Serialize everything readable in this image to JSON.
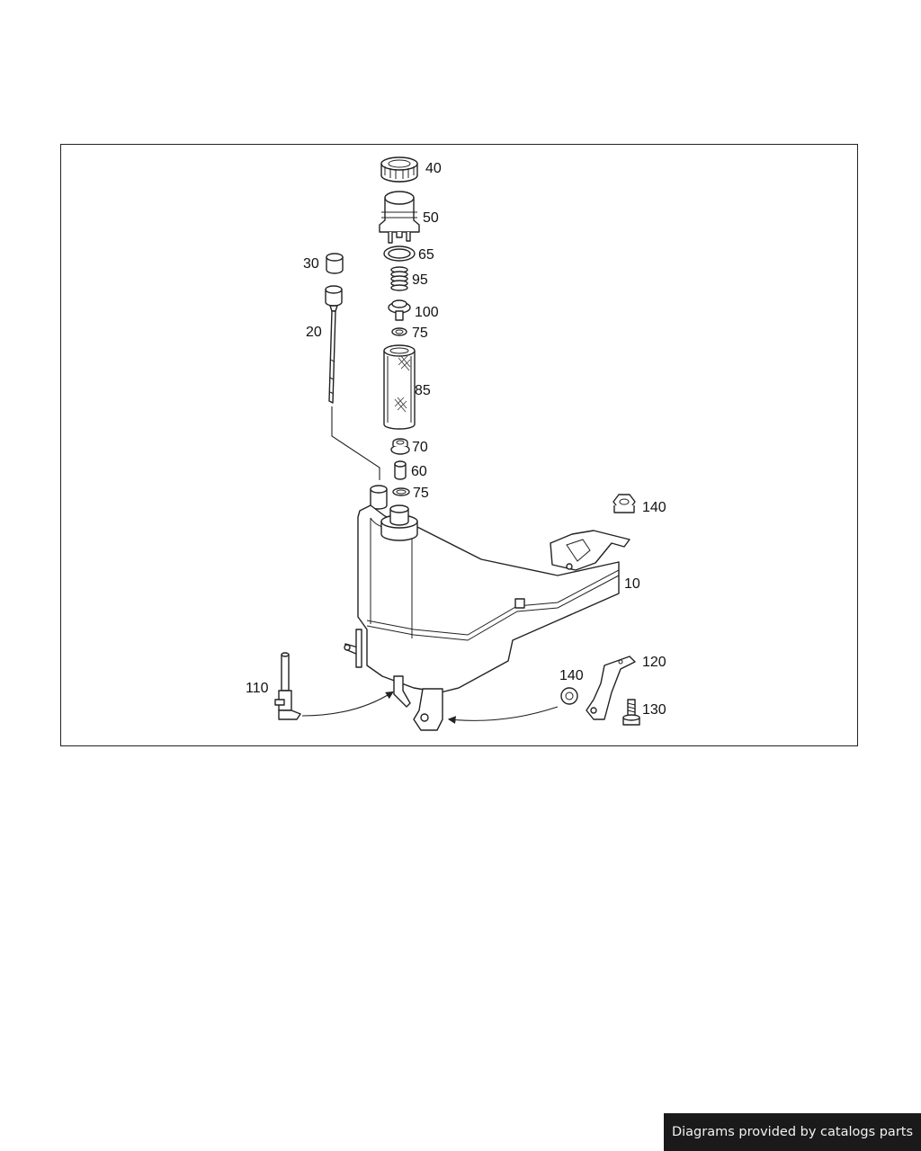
{
  "diagram": {
    "callouts": {
      "p10": "10",
      "p20": "20",
      "p30": "30",
      "p40": "40",
      "p50": "50",
      "p60": "60",
      "p65": "65",
      "p70": "70",
      "p75a": "75",
      "p75b": "75",
      "p85": "85",
      "p95": "95",
      "p100": "100",
      "p110": "110",
      "p120": "120",
      "p130": "130",
      "p140a": "140",
      "p140b": "140"
    }
  },
  "footer": {
    "credit": "Diagrams provided by catalogs parts"
  }
}
